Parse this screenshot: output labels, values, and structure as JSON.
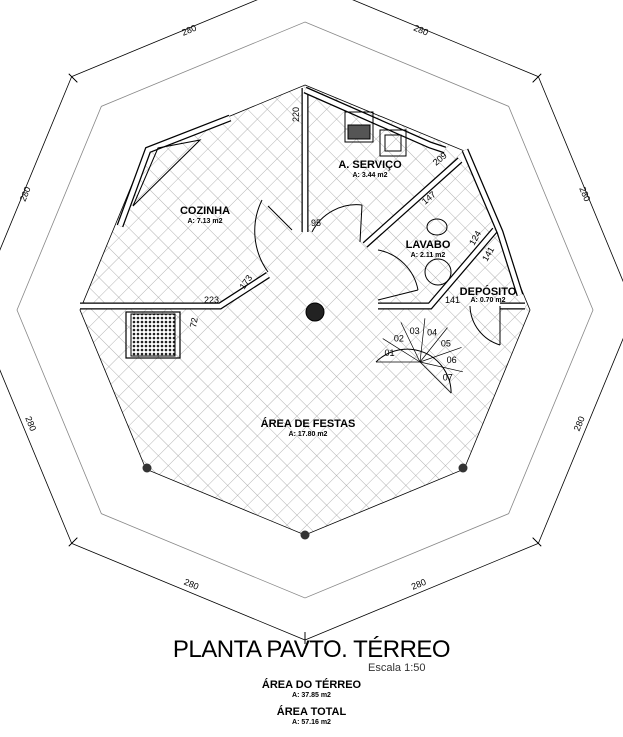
{
  "plan": {
    "title": "PLANTA PAVTO. TÉRREO",
    "scale": "Escala  1:50",
    "edge_dimensions": [
      "280",
      "280",
      "280",
      "280",
      "280",
      "280",
      "280",
      "280"
    ],
    "rooms": [
      {
        "name": "COZINHA",
        "area": "A: 7.13 m2"
      },
      {
        "name": "A. SERVIÇO",
        "area": "A: 3.44 m2"
      },
      {
        "name": "LAVABO",
        "area": "A: 2.11 m2"
      },
      {
        "name": "DEPÓSITO",
        "area": "A: 0.70 m2"
      },
      {
        "name": "ÁREA DE FESTAS",
        "area": "A: 17.80 m2"
      }
    ],
    "wall_dimensions": [
      "220",
      "95",
      "173",
      "223",
      "72",
      "209",
      "147",
      "124",
      "141",
      "141"
    ],
    "stair_steps": [
      "01",
      "02",
      "03",
      "04",
      "05",
      "06",
      "07"
    ],
    "summary": [
      {
        "label": "ÁREA DO TÉRREO",
        "value": "A: 37.85 m2"
      },
      {
        "label": "ÁREA TOTAL",
        "value": "A: 57.16 m2"
      }
    ]
  }
}
